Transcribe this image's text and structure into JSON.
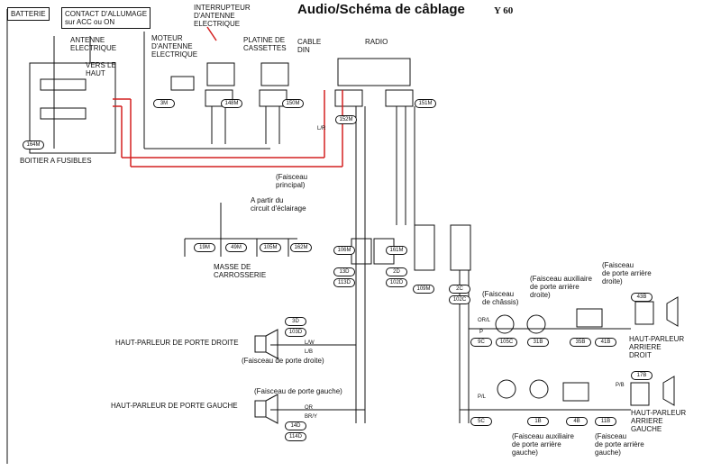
{
  "header": {
    "title": "Audio/Schéma de câblage",
    "model": "Y 60"
  },
  "boxes": {
    "battery": "BATTERIE",
    "ignition": "CONTACT D'ALLUMAGE\nsur ACC ou ON"
  },
  "labels": {
    "antenna_elec": "ANTENNE\nELECTRIQUE",
    "antenna_motor": "MOTEUR\nD'ANTENNE\nELECTRIQUE",
    "antenna_switch": "INTERRUPTEUR\nD'ANTENNE\nELECTRIQUE",
    "cassette": "PLATINE DE\nCASSETTES",
    "cable_din": "CABLE\nDIN",
    "radio": "RADIO",
    "vers_haut": "VERS LE\nHAUT",
    "fuse_box": "BOITIER A FUSIBLES",
    "main_harness": "(Faisceau\nprincipal)",
    "lighting": "A partir du\ncircuit d'éclairage",
    "ground": "MASSE DE\nCARROSSERIE",
    "speaker_fr": "HAUT-PARLEUR DE PORTE DROITE",
    "speaker_fl": "HAUT-PARLEUR DE PORTE GAUCHE",
    "harness_right_door": "(Faisceau de porte droite)",
    "harness_left_door": "(Faisceau de porte gauche)",
    "chassis": "(Faisceau\nde châssis)",
    "aux_rear_right": "(Faisceau auxiliaire\nde porte arrière\ndroite)",
    "harness_rear_right": "(Faisceau\nde porte arrière\ndroite)",
    "speaker_rr": "HAUT-PARLEUR\nARRIERE\nDROIT",
    "speaker_rl": "HAUT-PARLEUR\nARRIERE\nGAUCHE",
    "aux_rear_left": "(Faisceau auxiliaire\nde porte arrière\ngauche)",
    "harness_rear_left": "(Faisceau\nde porte arrière\ngauche)"
  },
  "connectors": [
    {
      "id": "c-3m",
      "text": "3M"
    },
    {
      "id": "c-148m",
      "text": "148M"
    },
    {
      "id": "c-150m",
      "text": "150M"
    },
    {
      "id": "c-152m",
      "text": "152M"
    },
    {
      "id": "c-151m",
      "text": "151M"
    },
    {
      "id": "c-164m",
      "text": "164M"
    },
    {
      "id": "c-19m",
      "text": "19M"
    },
    {
      "id": "c-49m",
      "text": "49M"
    },
    {
      "id": "c-105m",
      "text": "105M"
    },
    {
      "id": "c-162m",
      "text": "162M"
    },
    {
      "id": "c-106m",
      "text": "106M"
    },
    {
      "id": "c-161m",
      "text": "161M"
    },
    {
      "id": "c-13d",
      "text": "13D"
    },
    {
      "id": "c-113d",
      "text": "113D"
    },
    {
      "id": "c-2d",
      "text": "2D"
    },
    {
      "id": "c-102d",
      "text": "102D"
    },
    {
      "id": "c-109m",
      "text": "109M"
    },
    {
      "id": "c-2c",
      "text": "2C"
    },
    {
      "id": "c-102c",
      "text": "102C"
    },
    {
      "id": "c-3d",
      "text": "3D"
    },
    {
      "id": "c-103d",
      "text": "103D"
    },
    {
      "id": "c-14d",
      "text": "14D"
    },
    {
      "id": "c-114d",
      "text": "114D"
    },
    {
      "id": "c-9c",
      "text": "9C"
    },
    {
      "id": "c-105c",
      "text": "105C"
    },
    {
      "id": "c-31b",
      "text": "31B"
    },
    {
      "id": "c-35b",
      "text": "35B"
    },
    {
      "id": "c-41b",
      "text": "41B"
    },
    {
      "id": "c-43b",
      "text": "43B"
    },
    {
      "id": "c-5c",
      "text": "5C"
    },
    {
      "id": "c-1b",
      "text": "1B"
    },
    {
      "id": "c-4b",
      "text": "4B"
    },
    {
      "id": "c-11b",
      "text": "11B"
    },
    {
      "id": "c-17b",
      "text": "17B"
    }
  ],
  "wire_labels": {
    "or_l": "OR/L",
    "p": "P",
    "p_l": "P/L",
    "l_w": "L/W",
    "l_b": "L/B",
    "or": "OR",
    "br_y": "BR/Y",
    "p_b": "P/B",
    "l_r": "L/R"
  },
  "colors": {
    "wire_red": "#d42020",
    "line": "#111111"
  }
}
